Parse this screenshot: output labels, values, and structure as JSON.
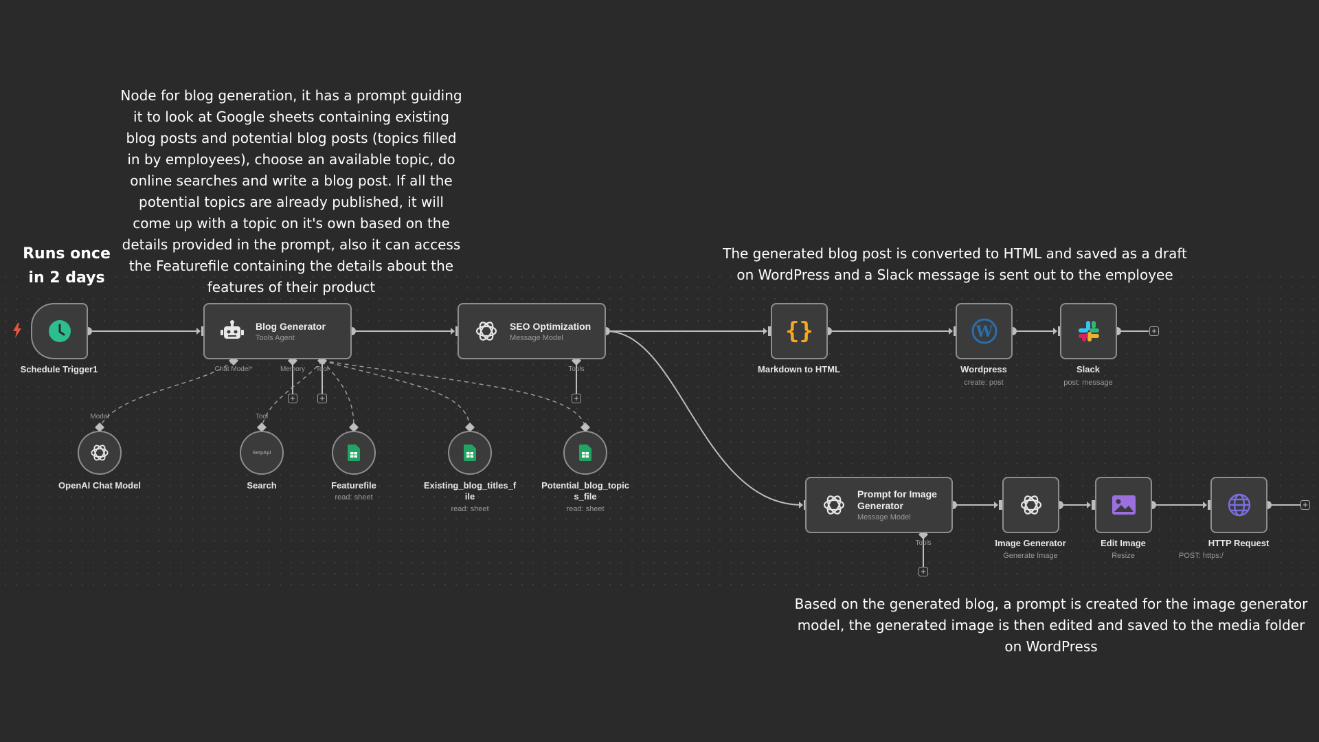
{
  "notes": {
    "blog_generator": "Node for blog generation, it has a prompt guiding\nit to look at Google sheets containing existing\nblog posts and potential blog posts (topics filled\nin by employees), choose an available topic, do\nonline searches and write a blog post. If all the\npotential topics are already published, it will\ncome up with a topic on it's own based on the\ndetails provided in the prompt, also it can access\nthe Featurefile containing the details about the\nfeatures of their product",
    "runs_once": "Runs once in\n2 days",
    "html_wordpress": "The generated blog post is converted to HTML and saved as a draft\non WordPress and a Slack message is sent out to the employee",
    "image_gen": "Based on the generated blog, a prompt is created for the image generator\nmodel, the generated image is then edited and saved to the media folder\non WordPress"
  },
  "nodes": {
    "schedule": {
      "label": "Schedule Trigger1",
      "icon": "clock-icon",
      "color": "#2bbf8f"
    },
    "blog_generator": {
      "title": "Blog Generator",
      "subtitle": "Tools Agent",
      "icon": "robot-icon",
      "ports": {
        "chat_model": "Chat Model*",
        "memory": "Memory",
        "tool": "Tool"
      }
    },
    "seo": {
      "title": "SEO Optimization",
      "subtitle": "Message Model",
      "icon": "openai-icon",
      "port": "Tools"
    },
    "markdown": {
      "label": "Markdown to HTML",
      "icon": "braces-icon",
      "color": "#f5a623"
    },
    "wordpress": {
      "label": "Wordpress",
      "sub": "create: post",
      "icon": "wordpress-icon",
      "color": "#2a6fad"
    },
    "slack": {
      "label": "Slack",
      "sub": "post: message",
      "icon": "slack-icon"
    },
    "openai_chat": {
      "label": "OpenAI Chat Model",
      "port": "Model",
      "icon": "openai-icon"
    },
    "search": {
      "label": "Search",
      "port": "Tool",
      "icon_text": "SerpApi"
    },
    "featurefile": {
      "label": "Featurefile",
      "sub": "read: sheet",
      "icon": "sheets-icon",
      "color": "#21a464"
    },
    "existing": {
      "label": "Existing_blog_titles_f\nile",
      "sub": "read: sheet",
      "icon": "sheets-icon"
    },
    "potential": {
      "label": "Potential_blog_topic\ns_file",
      "sub": "read: sheet",
      "icon": "sheets-icon"
    },
    "prompt_image": {
      "title": "Prompt for Image\nGenerator",
      "subtitle": "Message Model",
      "icon": "openai-icon",
      "port": "Tools"
    },
    "image_generator": {
      "label": "Image Generator",
      "sub": "Generate Image",
      "icon": "openai-icon"
    },
    "edit_image": {
      "label": "Edit Image",
      "sub": "Resize",
      "icon": "image-icon",
      "color": "#9b6fe0"
    },
    "http_request": {
      "label": "HTTP Request",
      "sub": "POST: https:/",
      "icon": "globe-icon",
      "color": "#7b6fe0"
    }
  },
  "colors": {
    "background": "#2a2a2a",
    "node_border": "#8e8e8e",
    "trigger_bolt": "#e8553f"
  }
}
